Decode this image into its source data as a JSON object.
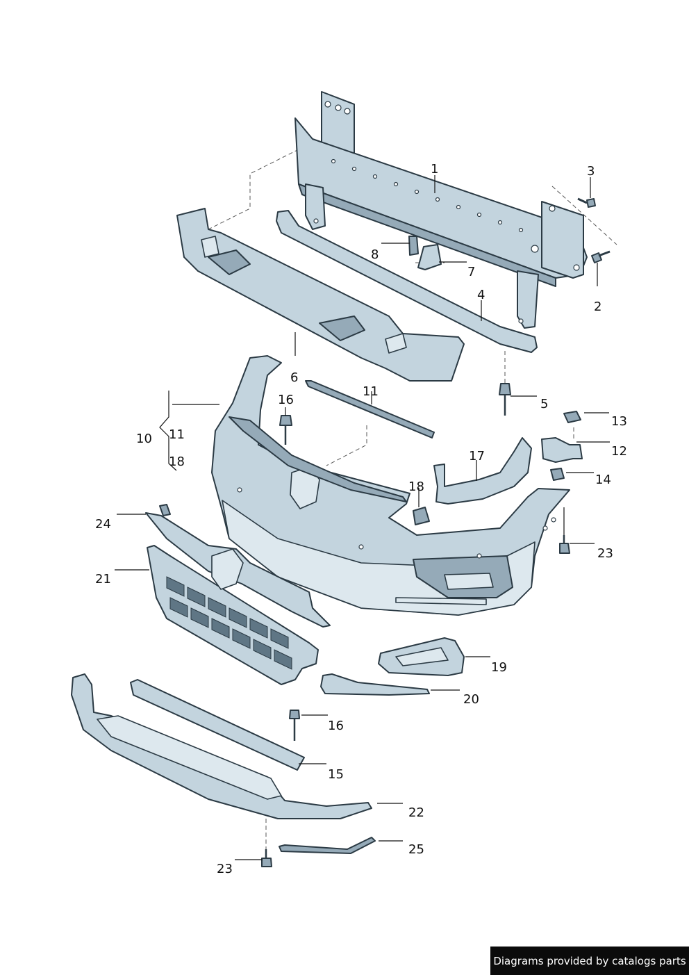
{
  "callouts": {
    "c1": "1",
    "c2": "2",
    "c3": "3",
    "c4": "4",
    "c5": "5",
    "c6": "6",
    "c7": "7",
    "c8": "8",
    "c10": "10",
    "c11a": "11",
    "c11b": "11",
    "c12": "12",
    "c13": "13",
    "c14": "14",
    "c15": "15",
    "c16a": "16",
    "c16b": "16",
    "c17": "17",
    "c18a": "18",
    "c18b": "18",
    "c19": "19",
    "c20": "20",
    "c21": "21",
    "c22": "22",
    "c23a": "23",
    "c23b": "23",
    "c24": "24",
    "c25": "25"
  },
  "footer": {
    "text": "Diagrams provided by catalogs parts"
  },
  "colors": {
    "part_fill": "#c3d4de",
    "part_outline": "#2b3a44",
    "banner": "#0b0b0b"
  }
}
